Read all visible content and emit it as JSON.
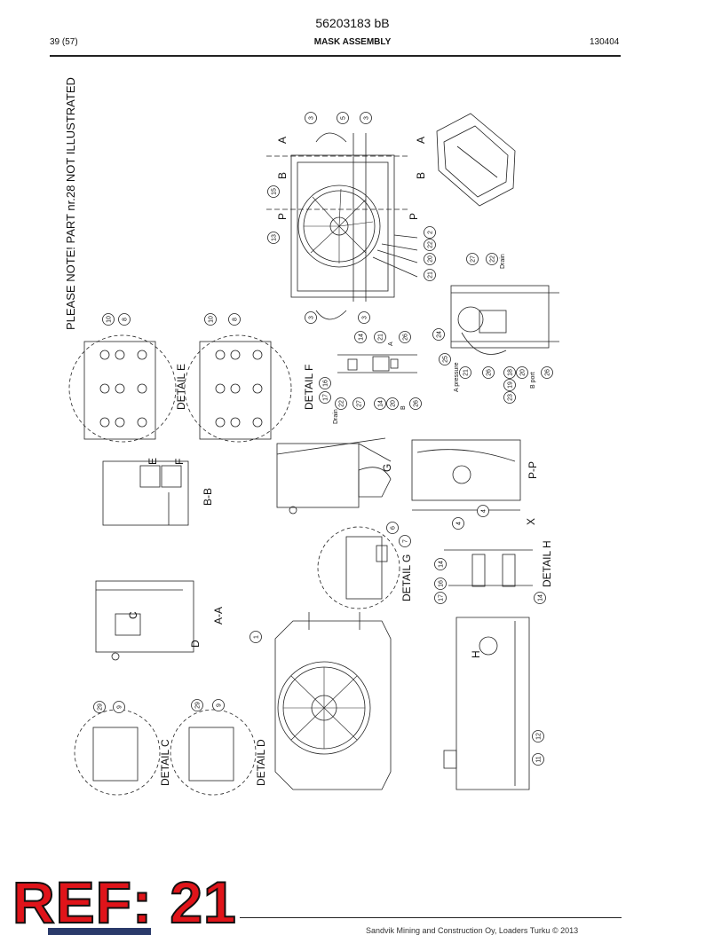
{
  "header": {
    "doc_number": "56203183 bB",
    "page": "39 (57)",
    "title": "MASK ASSEMBLY",
    "date": "130404"
  },
  "note": "PLEASE NOTE! PART nr.28 NOT ILLUSTRATED",
  "views": {
    "detail_e": "DETAIL E",
    "detail_f": "DETAIL F",
    "detail_g": "DETAIL G",
    "detail_h": "DETAIL H",
    "detail_c": "DETAIL C",
    "detail_d": "DETAIL D",
    "bb": "B-B",
    "aa": "A-A",
    "pp": "P-P"
  },
  "markers": {
    "a": "A",
    "b": "B",
    "p": "P",
    "c": "C",
    "d": "D",
    "e": "E",
    "f": "F",
    "g": "G",
    "h": "H",
    "x": "X"
  },
  "small_labels": {
    "drain": "Drain",
    "a_pressure": "A pressure",
    "b_port": "B port",
    "a": "A",
    "b": "B"
  },
  "callouts": {
    "top_view": [
      "3",
      "5",
      "3",
      "15",
      "13",
      "2",
      "22",
      "20",
      "21",
      "3",
      "3"
    ],
    "detail_e": [
      "10",
      "8",
      "10",
      "8"
    ],
    "detail_f": [
      "14",
      "21",
      "26",
      "16",
      "17",
      "22",
      "27",
      "14",
      "20",
      "26"
    ],
    "hose_view": [
      "27",
      "22",
      "24",
      "25",
      "21",
      "26",
      "18",
      "20",
      "23",
      "19",
      "26"
    ],
    "detail_g": [
      "6",
      "7"
    ],
    "detail_h": [
      "4",
      "4",
      "14",
      "16",
      "17",
      "14"
    ],
    "front_view": [
      "1",
      "12",
      "11"
    ],
    "detail_c": [
      "29",
      "9"
    ],
    "detail_d": [
      "29",
      "9"
    ]
  },
  "footer": {
    "copyright": "Sandvik Mining and Construction Oy, Loaders Turku © 2013"
  },
  "stamp": {
    "text": "REF: 21",
    "color": "#e0141a"
  }
}
